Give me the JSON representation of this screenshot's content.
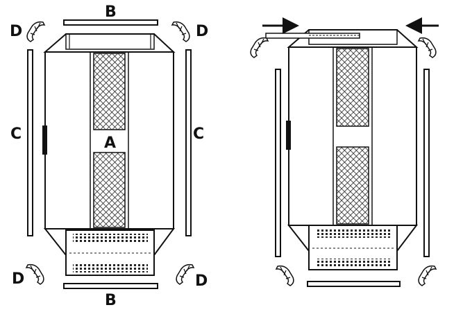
{
  "labels": {
    "panel": "A",
    "top_rail": "B",
    "bottom_rail": "B",
    "left_post": "C",
    "right_post": "C",
    "corner_top_left": "D",
    "corner_top_right": "D",
    "corner_bottom_left": "D",
    "corner_bottom_right": "D"
  },
  "colors": {
    "stroke": "#111111",
    "fill": "#ffffff",
    "mesh": "#222222"
  }
}
